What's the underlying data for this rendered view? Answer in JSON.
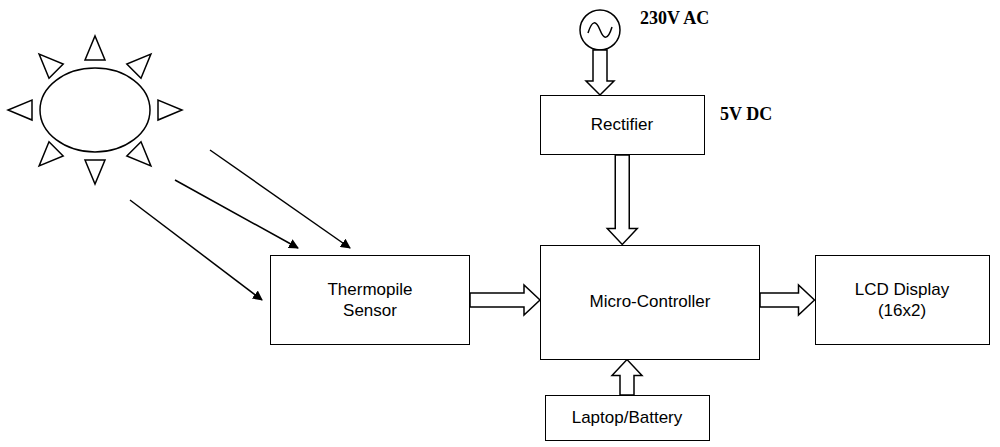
{
  "diagram": {
    "nodes": [
      {
        "text": [
          "Rectifier"
        ]
      },
      {
        "text": [
          "Thermopile Sensor"
        ]
      },
      {
        "text": [
          "Micro-Controller"
        ]
      },
      {
        "text": [
          "LCD Display (16x2)"
        ]
      },
      {
        "text": [
          "Laptop/Battery"
        ]
      }
    ],
    "edges": [
      {
        "from": 1,
        "to": 2,
        "arrow": "to"
      },
      {
        "from": 0,
        "to": 2,
        "arrow": "to"
      },
      {
        "from": 2,
        "to": 3,
        "arrow": "to"
      },
      {
        "from": 4,
        "to": 2,
        "arrow": "to"
      }
    ],
    "labels": [
      "230V AC",
      "5V DC"
    ]
  }
}
